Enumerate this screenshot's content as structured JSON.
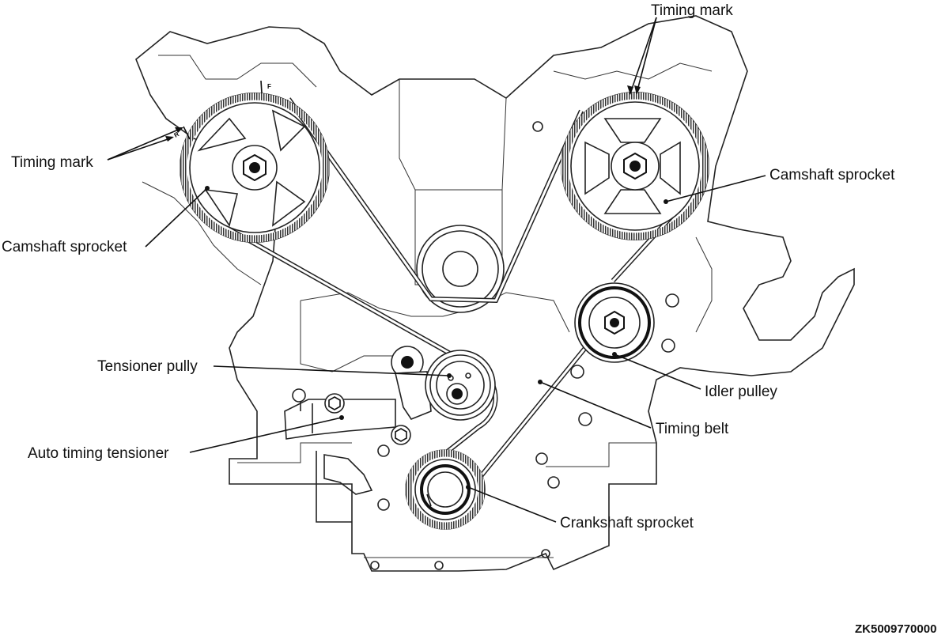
{
  "labels": {
    "timing_mark_top": "Timing mark",
    "timing_mark_left": "Timing mark",
    "camshaft_sprocket_right": "Camshaft sprocket",
    "camshaft_sprocket_left": "Camshaft sprocket",
    "tensioner_pulley": "Tensioner pully",
    "idler_pulley": "Idler pulley",
    "timing_belt": "Timing belt",
    "auto_timing_tensioner": "Auto timing tensioner",
    "crankshaft_sprocket": "Crankshaft sprocket"
  },
  "sprocket_marks": {
    "left_r": "R",
    "left_f": "F"
  },
  "figure_code": "ZK5009770000"
}
